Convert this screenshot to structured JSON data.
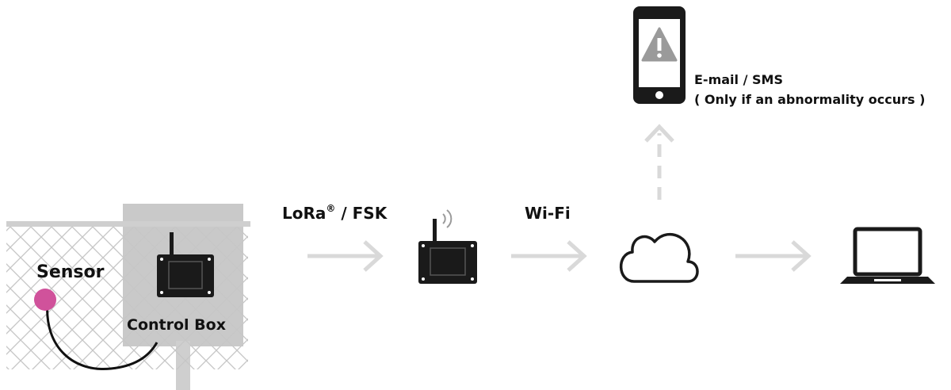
{
  "labels": {
    "sensor": "Sensor",
    "control_box": "Control Box",
    "lora_prefix": "LoRa",
    "lora_mark": "®",
    "lora_suffix": " / FSK",
    "wifi": "Wi-Fi",
    "email_sms": "E-mail / SMS",
    "abnormality_note": "( Only if an abnormality occurs )"
  },
  "icons": [
    "fence-illustration",
    "sensor-icon",
    "control-box-icon",
    "gateway-icon",
    "wireless-signal-icon",
    "cloud-icon",
    "smartphone-alert-icon",
    "warning-icon",
    "laptop-icon"
  ],
  "colors": {
    "sensor": "#d0529b",
    "arrow": "#d9d9d9",
    "device": "#1a1a1a",
    "fence": "#c8c8c8",
    "panel": "#c9c9c9"
  }
}
